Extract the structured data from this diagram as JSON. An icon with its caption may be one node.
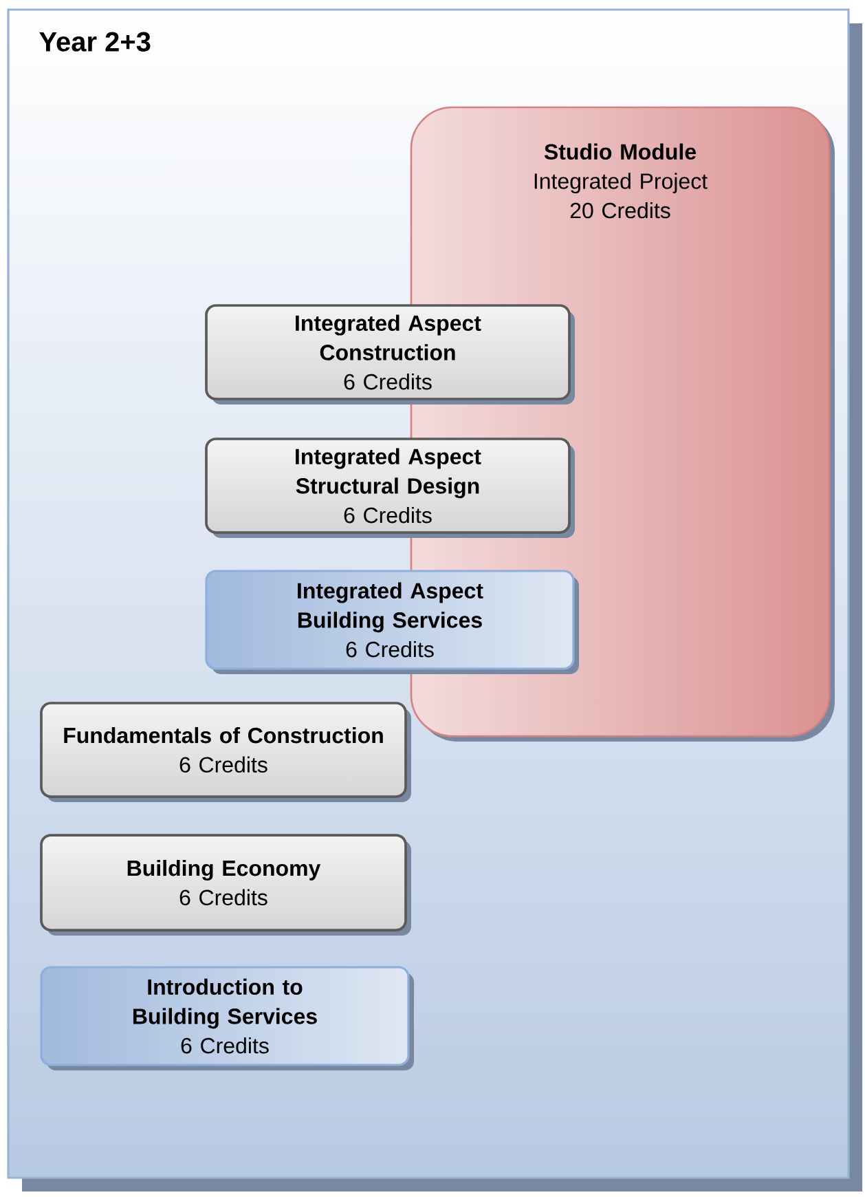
{
  "diagram": {
    "nodes": [
      {
        "text": [
          "Year 2+3"
        ]
      },
      {
        "text": [
          "Studio Module",
          "Integrated Project",
          "20 Credits"
        ],
        "in": 0
      },
      {
        "text": [
          "Integrated Aspect Construction",
          "6 Credits"
        ],
        "in": 0
      },
      {
        "text": [
          "Integrated Aspect Structural Design",
          "6 Credits"
        ],
        "in": 0
      },
      {
        "text": [
          "Integrated Aspect Building Services",
          "6 Credits"
        ],
        "in": 0
      },
      {
        "text": [
          "Fundamentals of Construction",
          "6 Credits"
        ],
        "in": 0
      },
      {
        "text": [
          "Building Economy",
          "6 Credits"
        ],
        "in": 0
      },
      {
        "text": [
          "Introduction to Building Services",
          "6 Credits"
        ],
        "in": 0
      }
    ]
  }
}
